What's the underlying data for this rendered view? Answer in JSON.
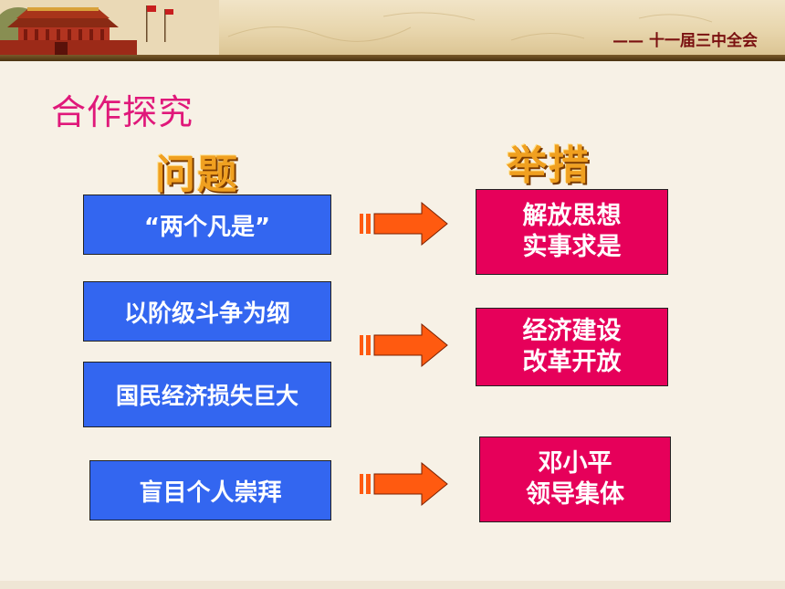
{
  "header": {
    "subtitle": "—— 十一届三中全会"
  },
  "section_title": "合作探究",
  "columns": {
    "problems_heading": "问题",
    "measures_heading": "举措"
  },
  "problems": [
    "“两个凡是”",
    "以阶级斗争为纲",
    "国民经济损失巨大",
    "盲目个人崇拜"
  ],
  "measures": [
    {
      "line1": "解放思想",
      "line2": "实事求是"
    },
    {
      "line1": "经济建设",
      "line2": "改革开放"
    },
    {
      "line1": "邓小平",
      "line2": "领导集体"
    }
  ],
  "colors": {
    "problem_box": "#3366f0",
    "measure_box": "#e6005a",
    "arrow": "#ff5a10",
    "title": "#e0187a",
    "heading": "#f0a020"
  }
}
